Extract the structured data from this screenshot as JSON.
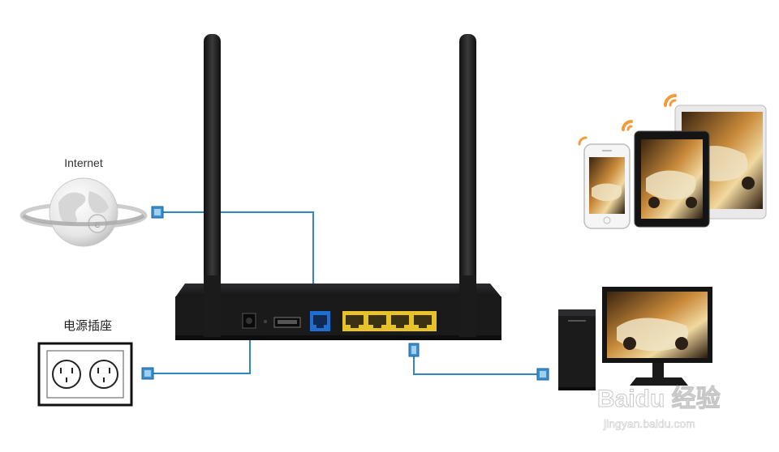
{
  "labels": {
    "internet": "Internet",
    "power_socket": "电源插座",
    "watermark_brand": "Baidu 经验",
    "watermark_url": "jingyan.baidu.com"
  },
  "colors": {
    "cable": "#2f86c6",
    "connector": "#3b8fd0",
    "wan_port": "#1f6fd1",
    "lan_port": "#e8c22a",
    "router_body": "#1c1c1e",
    "antenna": "#1b1b1b",
    "wifi_signal": "#f39a3a"
  },
  "icons": {
    "globe": "globe-icon",
    "socket": "power-socket-icon",
    "phone": "smartphone-icon",
    "tablet": "tablet-icon",
    "laptop": "laptop-icon",
    "desktop": "desktop-computer-icon",
    "router": "router-icon"
  }
}
